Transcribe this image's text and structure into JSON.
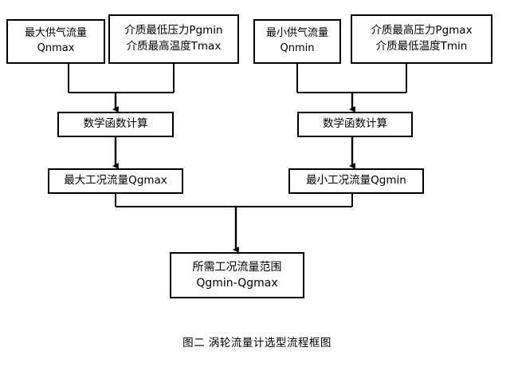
{
  "figure": {
    "caption": "图二  涡轮流量计选型流程框图",
    "background_color": "#ffffff",
    "line_color": "#000000"
  },
  "nodes": {
    "max_supply_flow": {
      "line1": "最大供气流量",
      "line2": "Qnmax"
    },
    "min_pressure_max_temp": {
      "line1": "介质最低压力Pgmin",
      "line2": "介质最高温度Tmax"
    },
    "min_supply_flow": {
      "line1": "最小供气流量",
      "line2": "Qnmin"
    },
    "max_pressure_min_temp": {
      "line1": "介质最高压力Pgmax",
      "line2": "介质最低温度Tmin"
    },
    "math_calc_left": {
      "line1": "数学函数计算"
    },
    "math_calc_right": {
      "line1": "数学函数计算"
    },
    "qgmax": {
      "line1": "最大工况流量Qgmax"
    },
    "qgmin": {
      "line1": "最小工况流量Qgmin"
    },
    "result_range": {
      "line1": "所需工况流量范围",
      "line2": "Qgmin-Qgmax"
    }
  }
}
